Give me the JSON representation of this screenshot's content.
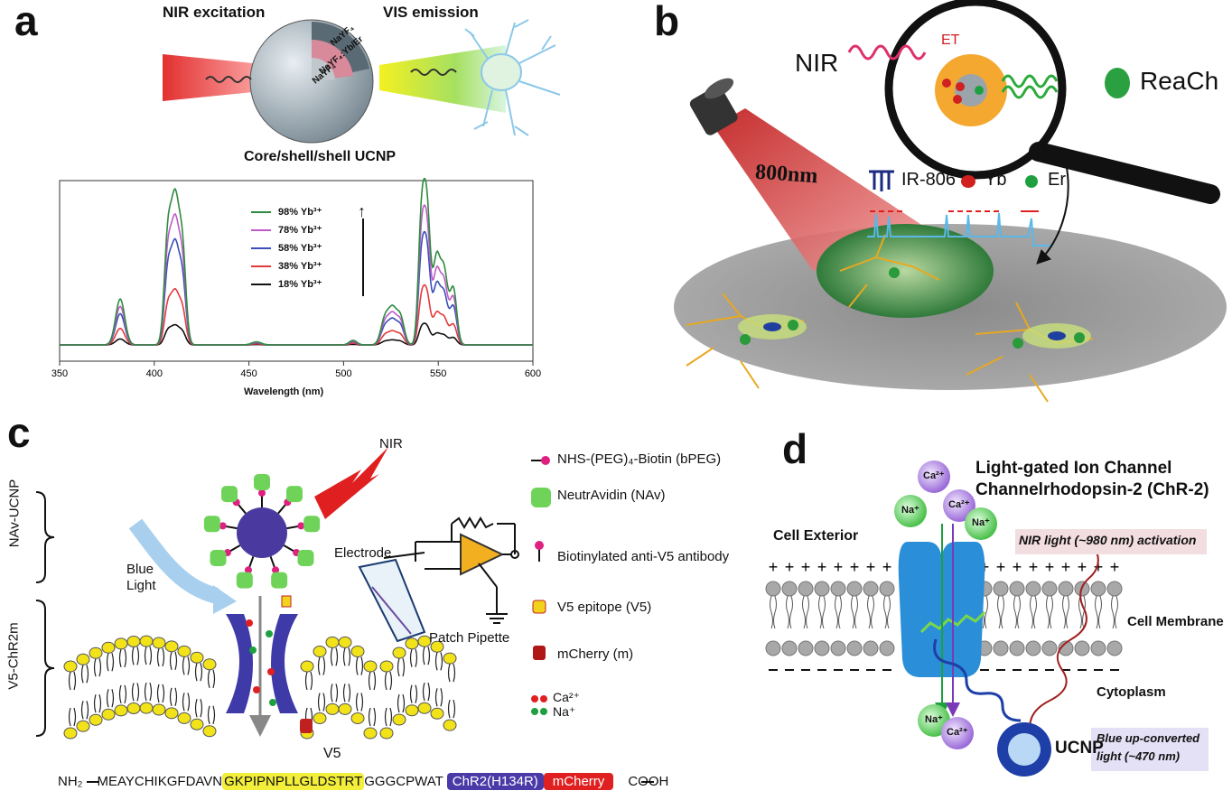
{
  "panels": {
    "a": {
      "letter": "a",
      "nir_excitation": "NIR excitation",
      "vis_emission": "VIS emission",
      "shell_outer": "NaYF₄",
      "shell_middle": "NaYF₄:Yb/Er",
      "core": "NaYF₄",
      "caption": "Core/shell/shell UCNP",
      "legend_arrow": "↑"
    },
    "b": {
      "letter": "b",
      "nir": "NIR",
      "et": "ET",
      "reach": "ReaCh",
      "wavelength": "800nm",
      "ir806": "IR-806",
      "yb": "Yb",
      "er": "Er"
    },
    "c": {
      "letter": "c",
      "nir": "NIR",
      "nav_ucnp": "NAv-UCNP",
      "v5_chr2m": "V5-ChR2m",
      "blue_light_1": "Blue",
      "blue_light_2": "Light",
      "electrode": "Electrode",
      "patch_pipette": "Patch Pipette",
      "v5_label": "V5",
      "legend": [
        {
          "text": "NHS-(PEG)₄-Biotin (bPEG)",
          "icon": "biotin-peg-icon"
        },
        {
          "text": "NeutrAvidin (NAv)",
          "icon": "neutravidin-icon"
        },
        {
          "text": "Biotinylated anti-V5 antibody",
          "icon": "antibody-icon"
        },
        {
          "text": "V5 epitope (V5)",
          "icon": "v5-epitope-icon"
        },
        {
          "text": "mCherry (m)",
          "icon": "mcherry-icon"
        }
      ],
      "ions": [
        "Ca²⁺",
        "Na⁺"
      ],
      "sequence": {
        "nh2": "NH₂",
        "seq1": "MEAYCHIKGFDAVN",
        "v5seq": "GKPIPNPLLGLDSTRT",
        "seq2": "GGGCPWAT",
        "chr2": "ChR2(H134R)",
        "mcherry": "mCherry",
        "cooh": "COOH"
      }
    },
    "d": {
      "letter": "d",
      "title_1": "Light-gated Ion Channel",
      "title_2": "Channelrhodopsin-2 (ChR-2)",
      "cell_exterior": "Cell Exterior",
      "cell_membrane": "Cell Membrane",
      "cytoplasm": "Cytoplasm",
      "nir_activation": "NIR light (~980 nm) activation",
      "ucnp": "UCNP",
      "blue_light_1": "Blue up-converted",
      "blue_light_2": "light (~470 nm)",
      "ca": "Ca²⁺",
      "na": "Na⁺"
    }
  },
  "chart_data": {
    "type": "line",
    "title": "",
    "xlabel": "Wavelength (nm)",
    "ylabel": "",
    "xlim": [
      350,
      600
    ],
    "ylim": [
      0,
      1.05
    ],
    "xticks": [
      350,
      400,
      450,
      500,
      550,
      600
    ],
    "grid": false,
    "legend_placement": "top-center",
    "series": [
      {
        "name": "98% Yb³⁺",
        "color": "#2e8b3e",
        "scale": 1.0
      },
      {
        "name": "78% Yb³⁺",
        "color": "#c05ac8",
        "scale": 0.84
      },
      {
        "name": "58% Yb³⁺",
        "color": "#3a4fb8",
        "scale": 0.68
      },
      {
        "name": "38% Yb³⁺",
        "color": "#e33a3a",
        "scale": 0.36
      },
      {
        "name": "18% Yb³⁺",
        "color": "#111111",
        "scale": 0.13
      }
    ],
    "peaks": [
      {
        "center": 382,
        "width": 2.4,
        "height": 0.3
      },
      {
        "center": 407,
        "width": 1.8,
        "height": 0.62
      },
      {
        "center": 411,
        "width": 2.2,
        "height": 0.92
      },
      {
        "center": 415,
        "width": 1.8,
        "height": 0.55
      },
      {
        "center": 454,
        "width": 2.5,
        "height": 0.02
      },
      {
        "center": 505,
        "width": 2.0,
        "height": 0.03
      },
      {
        "center": 522,
        "width": 2.2,
        "height": 0.18
      },
      {
        "center": 526,
        "width": 2.0,
        "height": 0.2
      },
      {
        "center": 530,
        "width": 2.0,
        "height": 0.18
      },
      {
        "center": 541,
        "width": 1.6,
        "height": 0.72
      },
      {
        "center": 544,
        "width": 1.8,
        "height": 0.88
      },
      {
        "center": 549,
        "width": 1.8,
        "height": 0.52
      },
      {
        "center": 553,
        "width": 2.0,
        "height": 0.48
      },
      {
        "center": 558,
        "width": 1.8,
        "height": 0.36
      }
    ]
  },
  "colors": {
    "membrane_head": "#f2e21a",
    "channel_purple": "#3a3a9a",
    "chr2_blue": "#2a8fd8",
    "nav_green": "#6fd35a",
    "ucnp_blue": "#1f3fa8",
    "red_beam": "#e02020"
  }
}
